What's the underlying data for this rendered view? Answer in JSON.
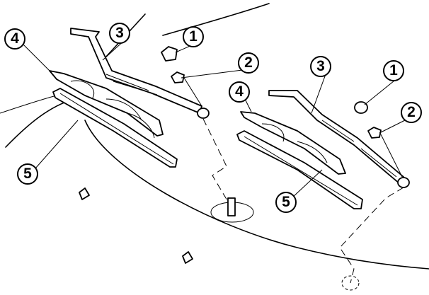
{
  "callouts": {
    "left": {
      "cap": "1",
      "nut": "2",
      "arm": "3",
      "blade": "4",
      "blade_refill": "5"
    },
    "right": {
      "cap": "1",
      "nut": "2",
      "arm": "3",
      "blade": "4",
      "blade_refill": "5"
    }
  }
}
